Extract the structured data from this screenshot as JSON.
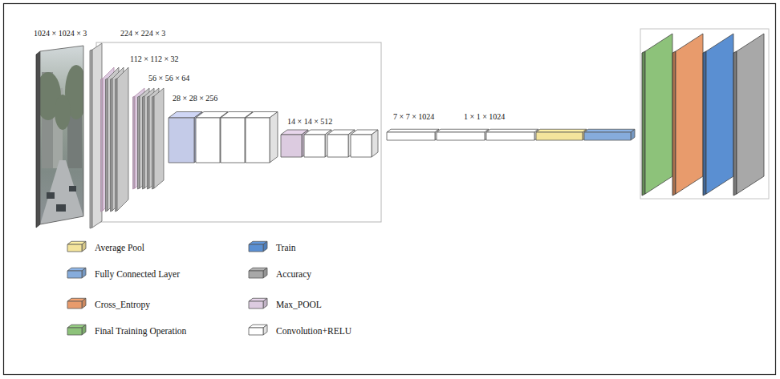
{
  "diagram": {
    "labels": [
      "1024 × 1024 × 3",
      "224 × 224 × 3",
      "112 × 112 × 32",
      "56 × 56 × 64",
      "28 × 28 × 256",
      "14 × 14 × 512",
      "7 × 7 × 1024",
      "1 × 1 × 1024"
    ],
    "legend": [
      {
        "text": "Average Pool",
        "color": "#f4e49c"
      },
      {
        "text": "Train",
        "color": "#5a8fd2"
      },
      {
        "text": "Fully Connected Layer",
        "color": "#86acdc"
      },
      {
        "text": "Accuracy",
        "color": "#a8a8a8"
      },
      {
        "text": "Cross_Entropy",
        "color": "#e89b6c"
      },
      {
        "text": "Max_POOL",
        "color": "#dccbe0"
      },
      {
        "text": "Final Training Operation",
        "color": "#8dc27a"
      },
      {
        "text": "Convolution+RELU",
        "color": "#ffffff"
      }
    ]
  }
}
